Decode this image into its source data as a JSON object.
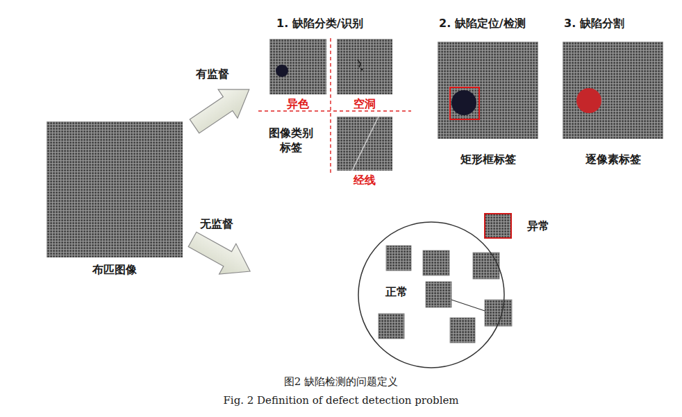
{
  "diagram": {
    "caption": "图2 缺陷检测的问题定义",
    "nodes": [
      {
        "text": [
          "布匹图像"
        ]
      },
      {
        "text": [
          "异色"
        ]
      },
      {
        "text": [
          "空洞"
        ]
      },
      {
        "text": [
          "经线"
        ]
      },
      {
        "text": [
          "矩形框标签"
        ]
      },
      {
        "text": [
          "逐像素标签"
        ]
      },
      {
        "text": [
          "正常"
        ]
      },
      {
        "text": [
          "异常"
        ]
      }
    ],
    "labels": [
      "有监督",
      "1. 缺陷分类/识别",
      "2. 缺陷定位/检测",
      "3. 缺陷分割",
      "图像类别 标签",
      "无监督",
      "Fig. 2 Definition of defect detection problem"
    ]
  }
}
